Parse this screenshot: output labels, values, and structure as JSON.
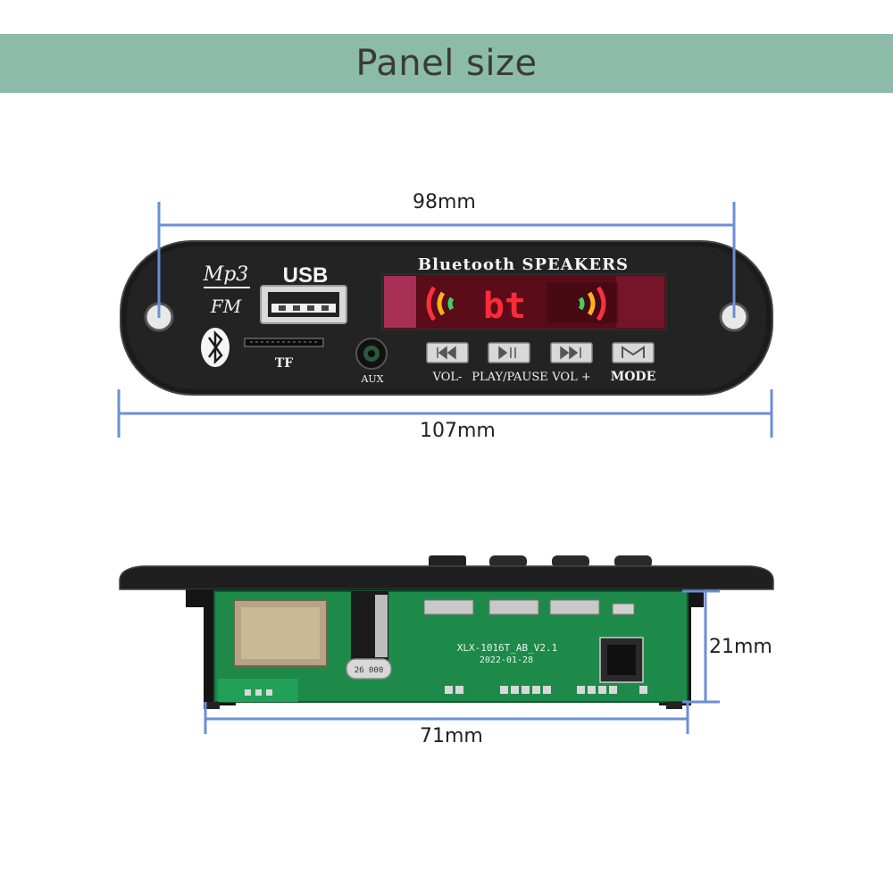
{
  "banner": {
    "title": "Panel size"
  },
  "front_panel": {
    "logo_top": "Mp3",
    "logo_bottom": "FM",
    "usb_label": "USB",
    "tf_label": "TF",
    "aux_label": "AUX",
    "brand_label": "Bluetooth SPEAKERS",
    "display_text": "bt",
    "buttons": [
      "VOL-",
      "PLAY/PAUSE",
      "VOL +",
      "MODE"
    ]
  },
  "pcb": {
    "model": "XLX-1016T_AB_V2.1",
    "date": "2022-01-28",
    "crystal": "26 000"
  },
  "dimensions": {
    "front_width_inner": "98mm",
    "front_width_outer": "107mm",
    "depth": "21mm",
    "body_width": "71mm"
  },
  "colors": {
    "banner": "#8cbca8",
    "dimension_line": "#6b8fd6",
    "panel": "#1d1d1d",
    "pcb": "#1d8a4a",
    "display_red": "#ff2a3a"
  }
}
